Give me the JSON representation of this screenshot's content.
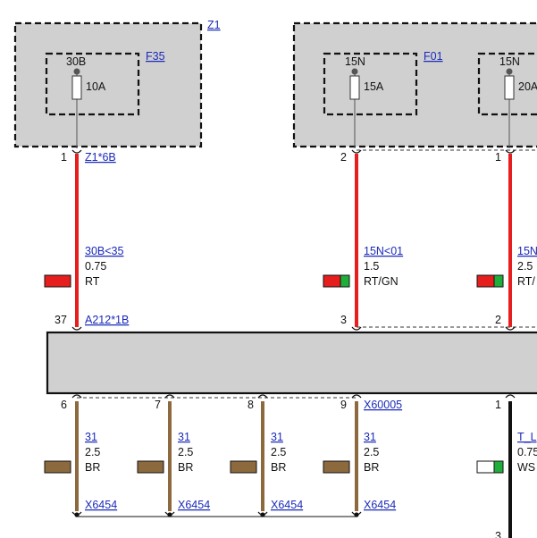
{
  "boxes": {
    "z1": {
      "label": "Z1"
    },
    "right_top": {}
  },
  "fuses": {
    "f35": {
      "label": "F35",
      "terminal": "30B",
      "rating": "10A"
    },
    "f01": {
      "label": "F01",
      "terminal": "15N",
      "rating": "15A"
    },
    "f_right": {
      "terminal": "15N",
      "rating": "20A"
    }
  },
  "pins_top": {
    "p1": {
      "num": "1",
      "connector": "Z1*6B"
    },
    "p2": {
      "num": "2"
    },
    "p3": {
      "num": "1"
    }
  },
  "wires_top": [
    {
      "circuit": "30B<35",
      "gauge": "0.75",
      "color_code": "RT",
      "colors": [
        "#e61e1e"
      ]
    },
    {
      "circuit": "15N<01",
      "gauge": "1.5",
      "color_code": "RT/GN",
      "colors": [
        "#e61e1e",
        "#1fae3a"
      ]
    },
    {
      "circuit": "15N",
      "gauge": "2.5",
      "color_code": "RT/",
      "colors": [
        "#e61e1e",
        "#1fae3a"
      ]
    }
  ],
  "module": {
    "pins_top": [
      {
        "num": "37",
        "connector": "A212*1B"
      },
      {
        "num": "3"
      },
      {
        "num": "2"
      }
    ],
    "pins_bottom": [
      {
        "num": "6"
      },
      {
        "num": "7"
      },
      {
        "num": "8"
      },
      {
        "num": "9",
        "connector": "X60005"
      },
      {
        "num": "1"
      }
    ]
  },
  "wires_bottom": [
    {
      "circuit": "31",
      "gauge": "2.5",
      "color_code": "BR",
      "colors": [
        "#8d6a3e"
      ]
    },
    {
      "circuit": "31",
      "gauge": "2.5",
      "color_code": "BR",
      "colors": [
        "#8d6a3e"
      ]
    },
    {
      "circuit": "31",
      "gauge": "2.5",
      "color_code": "BR",
      "colors": [
        "#8d6a3e"
      ]
    },
    {
      "circuit": "31",
      "gauge": "2.5",
      "color_code": "BR",
      "colors": [
        "#8d6a3e"
      ]
    },
    {
      "circuit": "T_L",
      "gauge": "0.75",
      "color_code": "WS",
      "colors": [
        "#ffffff",
        "#1fae3a"
      ]
    }
  ],
  "ground_points": [
    {
      "label": "X6454"
    },
    {
      "label": "X6454"
    },
    {
      "label": "X6454"
    },
    {
      "label": "X6454"
    }
  ],
  "bottom_pin": {
    "num": "3"
  },
  "colors": {
    "red": "#e61e1e",
    "green": "#1fae3a",
    "brown": "#8d6a3e",
    "box_fill": "#d0d0d0",
    "link": "#1a2ab8"
  }
}
